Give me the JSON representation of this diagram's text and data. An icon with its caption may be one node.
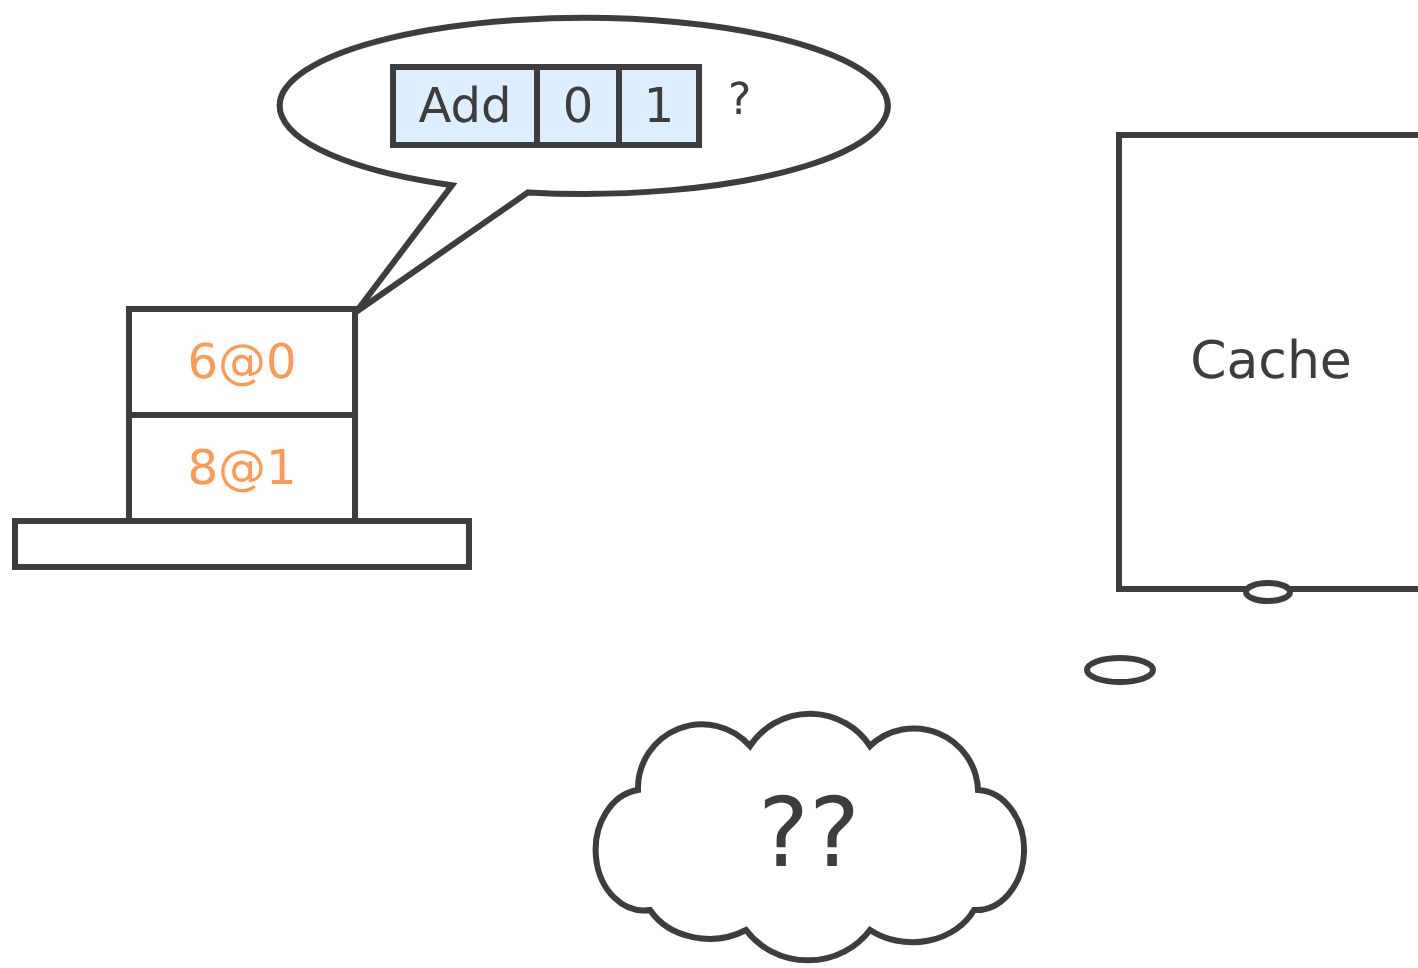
{
  "diagram": {
    "nodes": [
      {
        "text": [
          "?"
        ]
      },
      {
        "text": [
          "Add"
        ],
        "in": 0
      },
      {
        "text": [
          "0"
        ],
        "in": 0
      },
      {
        "text": [
          "1"
        ],
        "in": 0
      },
      {
        "text": [
          "6@0"
        ]
      },
      {
        "text": [
          "8@1"
        ]
      },
      {
        "text": [
          "Cache"
        ]
      },
      {
        "text": [
          "??"
        ]
      },
      {
        "text": [],
        "shape": "bar"
      }
    ]
  }
}
